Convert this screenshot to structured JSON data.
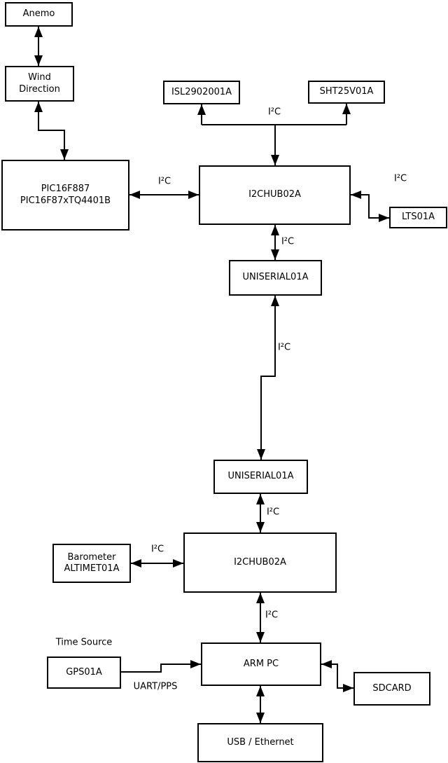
{
  "diagram": {
    "type": "block-diagram",
    "colors": {
      "background": "#ffffff",
      "line": "#000000",
      "node_fill": "#ffffff"
    },
    "nodes": {
      "anemo": {
        "label": "Anemo"
      },
      "wind_direction": {
        "label": "Wind\nDirection"
      },
      "pic": {
        "label": "PIC16F887\nPIC16F87xTQ4401B"
      },
      "isl": {
        "label": "ISL2902001A"
      },
      "sht": {
        "label": "SHT25V01A"
      },
      "i2chub_top": {
        "label": "I2CHUB02A"
      },
      "lts": {
        "label": "LTS01A"
      },
      "uniserial_top": {
        "label": "UNISERIAL01A"
      },
      "uniserial_bottom": {
        "label": "UNISERIAL01A"
      },
      "i2chub_bottom": {
        "label": "I2CHUB02A"
      },
      "barometer": {
        "label": "Barometer\nALTIMET01A"
      },
      "arm_pc": {
        "label": "ARM PC"
      },
      "gps": {
        "label": "GPS01A"
      },
      "sdcard": {
        "label": "SDCARD"
      },
      "usb_ethernet": {
        "label": "USB / Ethernet"
      }
    },
    "labels": {
      "i2c": "I²C",
      "uart_pps": "UART/PPS",
      "time_source": "Time Source"
    }
  }
}
